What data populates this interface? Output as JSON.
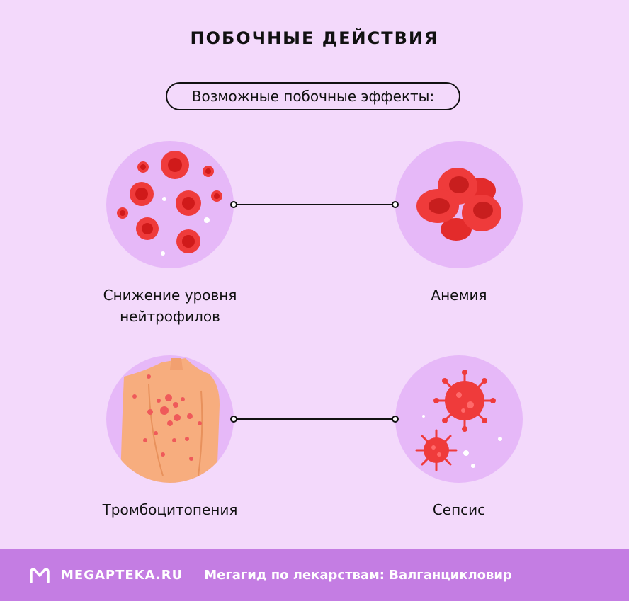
{
  "header": {
    "title": "ПОБОЧНЫЕ ДЕЙСТВИЯ",
    "subtitle": "Возможные побочные эффекты:"
  },
  "effects": [
    {
      "label": "Снижение уровня нейтрофилов",
      "icon": "neutrophil-cells-icon"
    },
    {
      "label": "Анемия",
      "icon": "red-blood-cells-icon"
    },
    {
      "label": "Тромбоцитопения",
      "icon": "spotted-back-icon"
    },
    {
      "label": "Сепсис",
      "icon": "bacteria-icon"
    }
  ],
  "footer": {
    "brand": "MEGAPTEKA.RU",
    "tagline": "Мегагид по лекарствам: Валганцикловир"
  },
  "colors": {
    "background": "#f3d9fb",
    "circle": "#e6b8f8",
    "footer": "#c47de3",
    "cell_red": "#ef3b3b",
    "skin": "#f7ad7e"
  }
}
